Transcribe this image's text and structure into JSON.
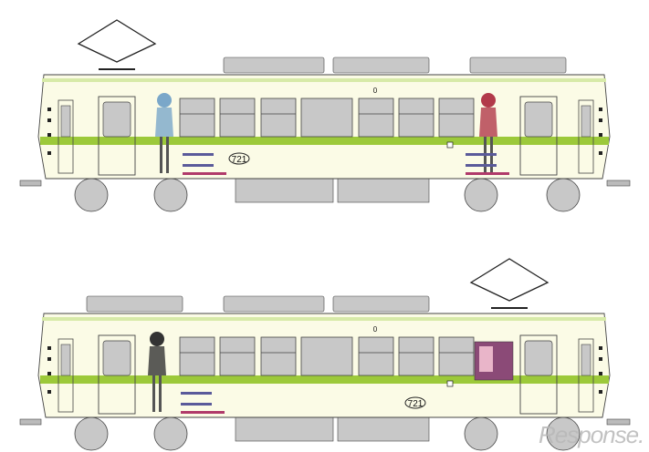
{
  "colors": {
    "body": "#fbfbe6",
    "stripe": "#9cc93a",
    "stripe_light": "#d7eaa8",
    "gray": "#c8c8c8",
    "outline": "#444444"
  },
  "trains": [
    {
      "id": "upper-car",
      "car_number": "721",
      "roof_mark": "0",
      "pantograph_side": "left"
    },
    {
      "id": "lower-car",
      "car_number": "721",
      "roof_mark": "0",
      "pantograph_side": "right"
    }
  ],
  "watermark": "Response."
}
